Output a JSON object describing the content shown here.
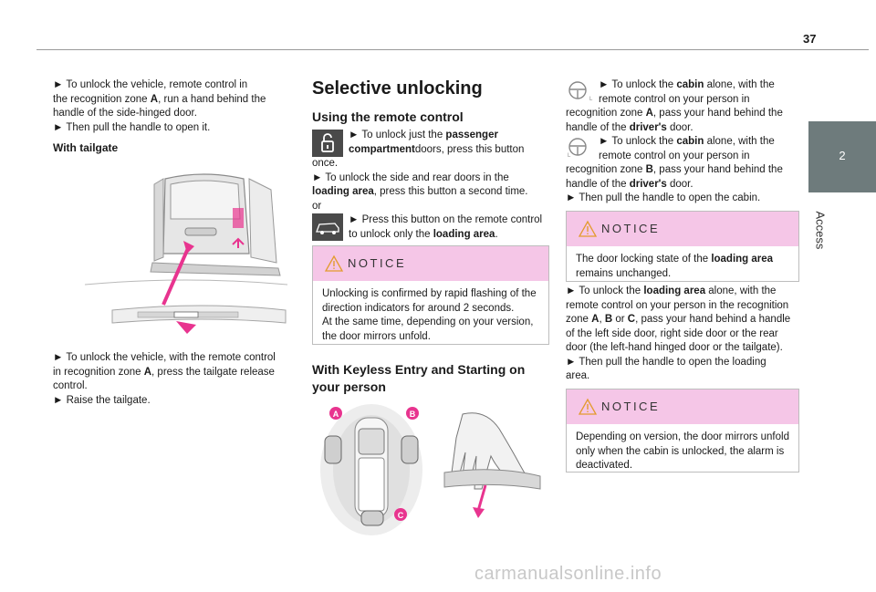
{
  "header": {
    "page_number": "37"
  },
  "chapter": {
    "number": "2",
    "title": "Access"
  },
  "col1": {
    "intro": [
      [
        "► To unlock the vehicle, remote control in"
      ],
      [
        [
          "the recognition zone ",
          false
        ],
        [
          "A",
          true
        ],
        [
          ", run a hand behind the",
          false
        ]
      ],
      [
        "handle of the side-hinged door."
      ],
      [
        "► Then pull the handle to open it."
      ]
    ],
    "tailgate_heading": "With tailgate",
    "tailgate_text": [
      [
        "► To unlock the vehicle, with the remote control"
      ],
      [
        [
          "in recognition zone ",
          false
        ],
        [
          "A",
          true
        ],
        [
          ", press the tailgate release",
          false
        ]
      ],
      [
        "control."
      ],
      [
        "► Raise the tailgate."
      ]
    ]
  },
  "col2": {
    "title": "Selective unlocking",
    "subtitle": "Using the remote control",
    "remote_text_a": [
      [
        [
          "► To unlock just the ",
          false
        ],
        [
          "passenger",
          true
        ]
      ],
      [
        [
          "compartment",
          true
        ],
        [
          "doors, press this button",
          false
        ]
      ]
    ],
    "remote_text_b": [
      [
        "once."
      ],
      [
        "► To unlock the side and rear doors in the"
      ],
      [
        [
          "loading area",
          true
        ],
        [
          ", press this button a second time.",
          false
        ]
      ],
      [
        "or"
      ]
    ],
    "remote_text_c": [
      [
        "► Press this button on the remote control"
      ],
      [
        [
          "to unlock only the ",
          false
        ],
        [
          "loading area",
          true
        ],
        [
          ".",
          false
        ]
      ]
    ],
    "notice1": {
      "title": "NOTICE",
      "lines": [
        "Unlocking is confirmed by rapid flashing of the",
        "direction indicators for around 2 seconds.",
        "At the same time, depending on your version,",
        "the door mirrors unfold."
      ]
    },
    "keyless_heading_1": "With Keyless Entry and Starting on",
    "keyless_heading_2": "your person",
    "zone_labels": {
      "a": "A",
      "b": "B",
      "c": "C"
    }
  },
  "col3": {
    "cabin_a": [
      [
        [
          "► To unlock the ",
          false
        ],
        [
          "cabin",
          true
        ],
        [
          " alone, with the",
          false
        ]
      ],
      [
        "remote control on your person in"
      ]
    ],
    "cabin_a_cont": [
      [
        [
          "recognition zone ",
          false
        ],
        [
          "A",
          true
        ],
        [
          ", pass your hand behind the",
          false
        ]
      ],
      [
        [
          "handle of the ",
          false
        ],
        [
          "driver's",
          true
        ],
        [
          " door.",
          false
        ]
      ]
    ],
    "cabin_b": [
      [
        [
          "► To unlock the ",
          false
        ],
        [
          "cabin",
          true
        ],
        [
          " alone, with the",
          false
        ]
      ],
      [
        "remote control on your person in"
      ]
    ],
    "cabin_b_cont": [
      [
        [
          "recognition zone ",
          false
        ],
        [
          "B",
          true
        ],
        [
          ", pass your hand behind the",
          false
        ]
      ],
      [
        [
          "handle of the ",
          false
        ],
        [
          "driver's",
          true
        ],
        [
          " door.",
          false
        ]
      ],
      [
        "► Then pull the handle to open the cabin."
      ]
    ],
    "notice2": {
      "title": "NOTICE",
      "lines": [
        [
          [
            "The door locking state of the ",
            false
          ],
          [
            "loading area",
            true
          ]
        ],
        [
          "remains unchanged."
        ]
      ]
    },
    "loading_text": [
      [
        [
          "► To unlock the ",
          false
        ],
        [
          "loading area",
          true
        ],
        [
          " alone, with the",
          false
        ]
      ],
      [
        "remote control on your person in the recognition"
      ],
      [
        [
          "zone ",
          false
        ],
        [
          "A",
          true
        ],
        [
          ", ",
          false
        ],
        [
          "B",
          true
        ],
        [
          " or ",
          false
        ],
        [
          "C",
          true
        ],
        [
          ", pass your hand behind a handle",
          false
        ]
      ],
      [
        "of the left side door, right side door or the rear"
      ],
      [
        "door (the left-hand hinged door or the tailgate)."
      ],
      [
        "► Then pull the handle to open the loading"
      ],
      [
        "area."
      ]
    ],
    "notice3": {
      "title": "NOTICE",
      "lines": [
        "Depending on version, the door mirrors unfold",
        "only when the cabin is unlocked, the alarm is",
        "deactivated."
      ]
    }
  },
  "watermark": "carmanualsonline.info",
  "colors": {
    "accent_pink": "#e8348f",
    "notice_bg": "#f5c6e7",
    "chapter_tab": "#6e7b7c"
  }
}
